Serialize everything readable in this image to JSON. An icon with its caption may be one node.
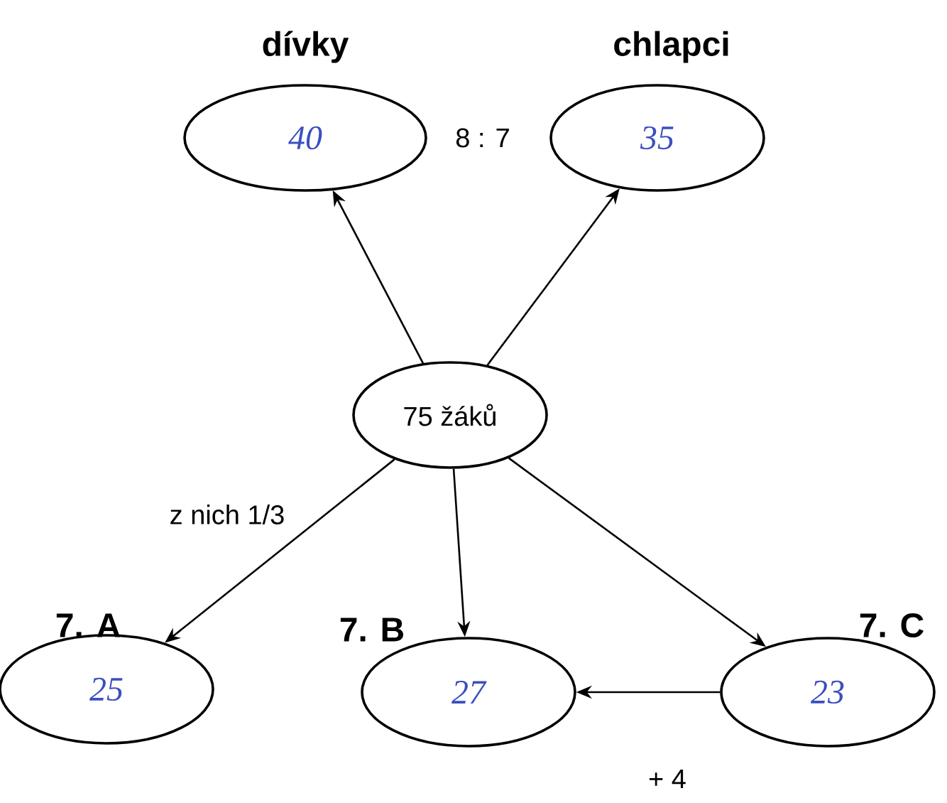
{
  "diagram": {
    "nodes": [
      {
        "text": [
          "dívky",
          "40"
        ]
      },
      {
        "text": [
          "chlapci",
          "35"
        ]
      },
      {
        "text": [
          "75 žáků"
        ]
      },
      {
        "text": [
          "7. A",
          "25"
        ]
      },
      {
        "text": [
          "7. B",
          "27"
        ]
      },
      {
        "text": [
          "7. C",
          "23"
        ]
      }
    ],
    "edges": [
      {
        "from": 2,
        "to": 0,
        "arrow": "to"
      },
      {
        "from": 2,
        "to": 1,
        "arrow": "to"
      },
      {
        "from": 2,
        "to": 3,
        "arrow": "to",
        "label": "z nich 1/3"
      },
      {
        "from": 2,
        "to": 4,
        "arrow": "to"
      },
      {
        "from": 2,
        "to": 5,
        "arrow": "to"
      },
      {
        "from": 5,
        "to": 4,
        "arrow": "to",
        "label": "+ 4"
      }
    ],
    "labels": [
      "8 : 7"
    ]
  }
}
